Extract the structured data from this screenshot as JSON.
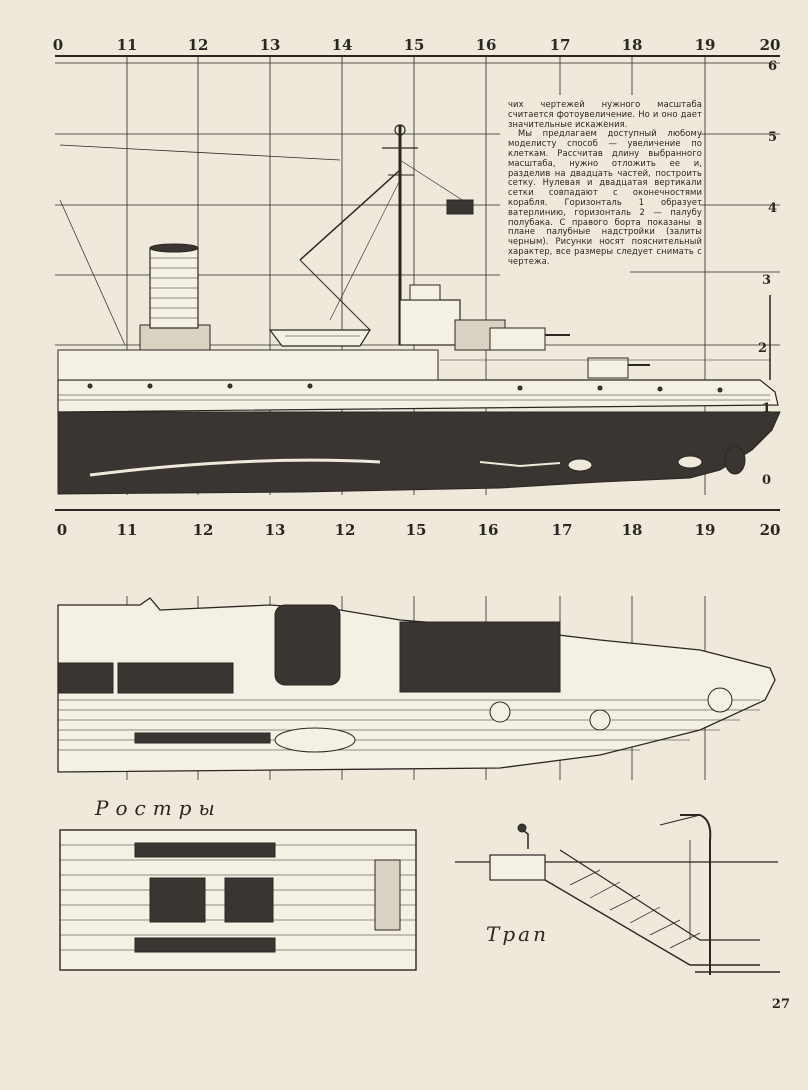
{
  "top_scale": [
    "0",
    "11",
    "12",
    "13",
    "14",
    "15",
    "16",
    "17",
    "18",
    "19",
    "20"
  ],
  "mid_scale": [
    "0",
    "11",
    "12",
    "13",
    "12",
    "15",
    "16",
    "17",
    "18",
    "19",
    "20"
  ],
  "right_scale": [
    "6",
    "5",
    "4",
    "3",
    "2",
    "1",
    "0"
  ],
  "article": {
    "paragraphs": [
      "чих чертежей нужного масштаба считается фотоувеличение. Но и оно дает значительные искажения.",
      "Мы предлагаем доступный любому моделисту способ — увеличение по клеткам. Рассчитав длину выбранного масштаба, нужно отложить ее и, разделив на двадцать частей, построить сетку. Нулевая и двадцатая вертикали сетки совпадают с оконечностями корабля. Горизонталь 1 образует ватерлинию, горизонталь 2 — палубу полубака. С правого борта показаны в плане палубные надстройки (залиты черным). Рисунки носят пояснительный характер, все размеры следует снимать с чертежа."
    ]
  },
  "captions": {
    "rostry": "Ростры",
    "trap": "Трап"
  },
  "page_number": "27",
  "colors": {
    "paper": "#efe9dc",
    "ink": "#2a2622",
    "hull": "#3a3530"
  }
}
